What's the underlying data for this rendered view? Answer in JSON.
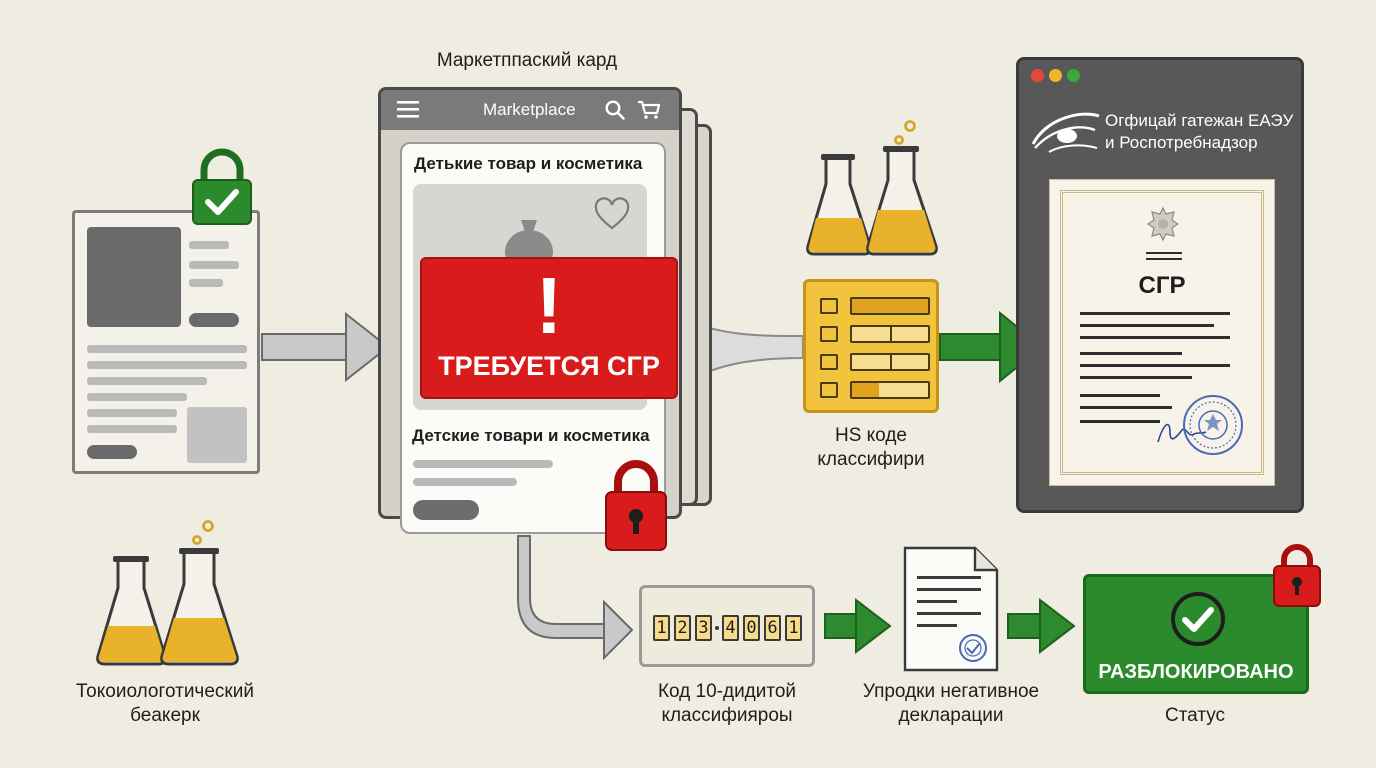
{
  "marketplace_card": {
    "heading": "Маркетппаский кард",
    "app_title": "Marketplace",
    "category_top": "Детькие товар и косметика",
    "category_bottom": "Детские товари и косметика",
    "warning_mark": "!",
    "warning_text": "ТРЕБУЕТСЯ СГР"
  },
  "toxicology": {
    "label_line1": "Токоиологотический",
    "label_line2": "беакерк"
  },
  "hs_code": {
    "label_line1": "HS коде",
    "label_line2": "классифири"
  },
  "official_gateway": {
    "title_line1": "Огфицай гатежан ЕАЭУ",
    "title_line2": "и Роспотребнадзор",
    "certificate_title": "СГР"
  },
  "code_10_digit": {
    "digits": [
      "1",
      "2",
      "3",
      "4",
      "0",
      "6",
      "1"
    ],
    "label_line1": "Код 10-дидитой",
    "label_line2": "классифияроы"
  },
  "declaration": {
    "label_line1": "Упродки негативное",
    "label_line2": "декларации"
  },
  "status": {
    "badge_text": "РАЗБЛОКИРОВАНО",
    "label": "Статус"
  },
  "colors": {
    "warning_red": "#d81c1c",
    "success_green": "#2b8a2b",
    "arrow_green": "#2e8a2e",
    "accent_yellow": "#f2c43e",
    "background": "#efece2"
  }
}
